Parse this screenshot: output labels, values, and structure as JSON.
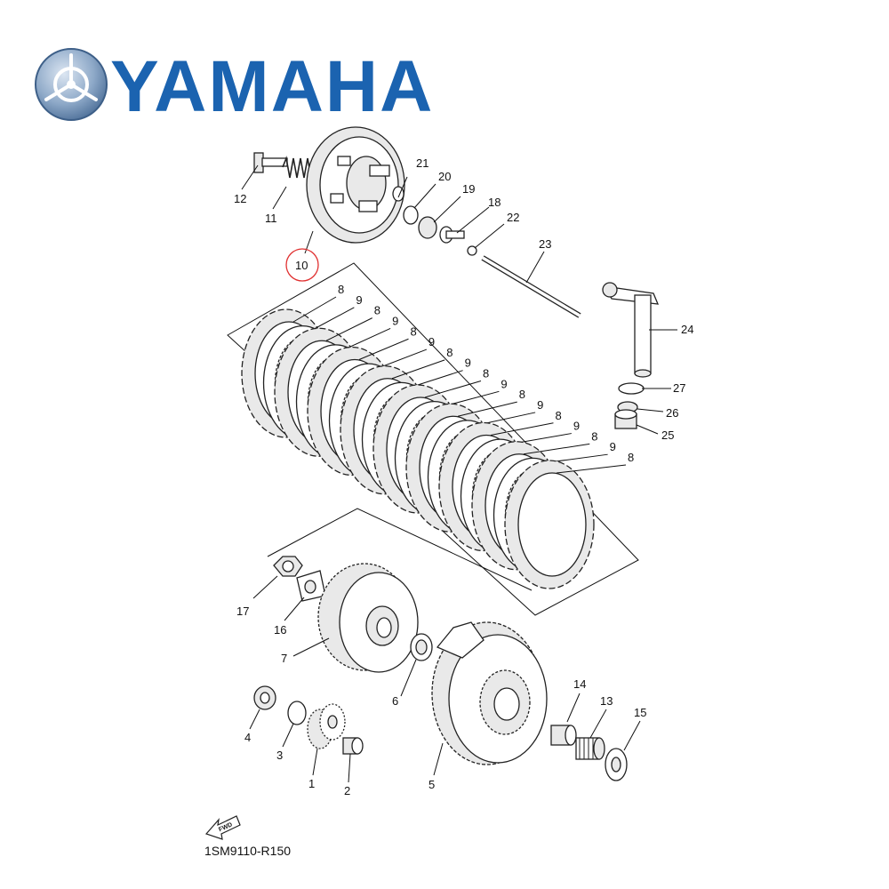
{
  "brand": {
    "name": "YAMAHA",
    "color": "#1b63b0",
    "icon": "yamaha-tuning-fork-logo"
  },
  "diagram": {
    "code": "1SM9110-R150",
    "direction_label": "FWD",
    "highlighted_part": "10",
    "highlight_color": "#e03030"
  },
  "parts": [
    {
      "id": "p1",
      "label": "1",
      "name": "primary-drive-gear"
    },
    {
      "id": "p2",
      "label": "2",
      "name": "collar"
    },
    {
      "id": "p3",
      "label": "3",
      "name": "washer"
    },
    {
      "id": "p4",
      "label": "4",
      "name": "nut"
    },
    {
      "id": "p5",
      "label": "5",
      "name": "clutch-housing"
    },
    {
      "id": "p6",
      "label": "6",
      "name": "thrust-washer"
    },
    {
      "id": "p7",
      "label": "7",
      "name": "clutch-boss"
    },
    {
      "id": "p8",
      "label": "8",
      "name": "friction-plate"
    },
    {
      "id": "p9",
      "label": "9",
      "name": "clutch-plate"
    },
    {
      "id": "p10",
      "label": "10",
      "name": "pressure-plate"
    },
    {
      "id": "p11",
      "label": "11",
      "name": "clutch-spring"
    },
    {
      "id": "p12",
      "label": "12",
      "name": "bolt"
    },
    {
      "id": "p13",
      "label": "13",
      "name": "needle-bearing"
    },
    {
      "id": "p14",
      "label": "14",
      "name": "spacer"
    },
    {
      "id": "p15",
      "label": "15",
      "name": "washer-plate"
    },
    {
      "id": "p16",
      "label": "16",
      "name": "lock-washer"
    },
    {
      "id": "p17",
      "label": "17",
      "name": "lock-nut"
    },
    {
      "id": "p18",
      "label": "18",
      "name": "push-rod-1"
    },
    {
      "id": "p19",
      "label": "19",
      "name": "bearing"
    },
    {
      "id": "p20",
      "label": "20",
      "name": "washer"
    },
    {
      "id": "p21",
      "label": "21",
      "name": "circlip"
    },
    {
      "id": "p22",
      "label": "22",
      "name": "ball"
    },
    {
      "id": "p23",
      "label": "23",
      "name": "push-rod-2"
    },
    {
      "id": "p24",
      "label": "24",
      "name": "push-lever-shaft"
    },
    {
      "id": "p25",
      "label": "25",
      "name": "bearing"
    },
    {
      "id": "p26",
      "label": "26",
      "name": "oil-seal"
    },
    {
      "id": "p27",
      "label": "27",
      "name": "circlip"
    }
  ],
  "plate_stack_labels": [
    "8",
    "9",
    "8",
    "9",
    "8",
    "9",
    "8",
    "9",
    "8",
    "9",
    "8",
    "9",
    "8",
    "9",
    "8",
    "9",
    "8"
  ]
}
